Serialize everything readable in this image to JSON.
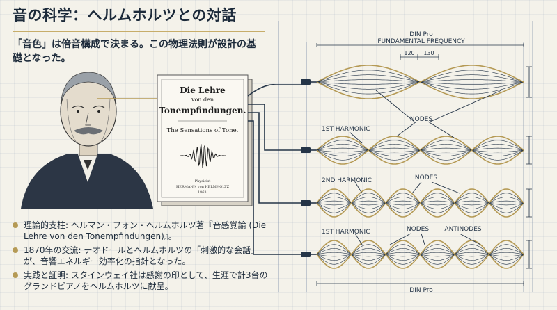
{
  "header": {
    "title": "音の科学：ヘルムホルツとの対話",
    "intro": "「音色」は倍音構成で決まる。この物理法則が設計の基礎となった。"
  },
  "book": {
    "title_line1": "Die Lehre",
    "title_line2": "von den",
    "title_line3": "Tonempfindungen.",
    "subtitle": "The Sensations of Tone.",
    "footer_line1": "Physicist",
    "footer_line2": "HERMANN von HELMHOLTZ",
    "footer_line3": "1863."
  },
  "diagram": {
    "top_label": "DIN Pro",
    "fundamental_label": "FUNDAMENTAL FREQUENCY",
    "dim_1": "120",
    "dim_2": "130",
    "bottom_label": "DIN Pro",
    "nodes_label_1": "NODES",
    "nodes_label_2": "NODES",
    "nodes_label_3": "NODES",
    "antinodes_label": "ANTINODES",
    "harmonic_label_1": "1ST HARMONIC",
    "harmonic_label_2": "2ND HARMONIC",
    "harmonic_label_3": "1ST HARMONIC",
    "accent_color": "#b59a55",
    "line_color": "#243447"
  },
  "bullets": [
    "理論的支柱: ヘルマン・フォン・ヘルムホルツ著『音感覚論 (Die Lehre von den Tonempfindungen)』。",
    "1870年の交流: テオドールとヘルムホルツの「刺激的な会話」が、音響エネルギー効率化の指針となった。",
    "実践と証明: スタインウェイ社は感謝の印として、生涯で計3台のグランドピアノをヘルムホルツに献呈。"
  ]
}
